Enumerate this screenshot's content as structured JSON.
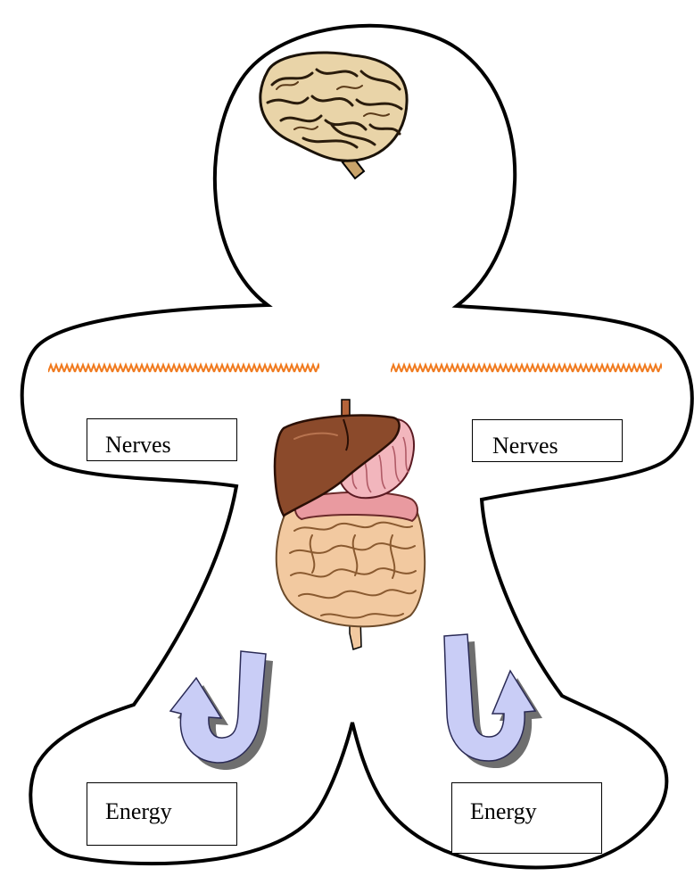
{
  "labels": {
    "nerves_left": "Nerves",
    "nerves_right": "Nerves",
    "energy_left": "Energy",
    "energy_right": "Energy"
  },
  "icons": {
    "head_organ": "brain-icon",
    "torso_organs": "digestive-system-icon",
    "signal_lines": "nerve-zigzag-icon",
    "arrows": "u-turn-arrow-icon"
  },
  "colors": {
    "outline": "#000000",
    "nerve_zigzag": "#f07a1e",
    "arrow_fill": "#c9cdf6",
    "arrow_shadow": "#6f6f6f",
    "liver": "#8b4a2b",
    "stomach": "#f2b6bd",
    "intestine": "#f2c9a0"
  }
}
